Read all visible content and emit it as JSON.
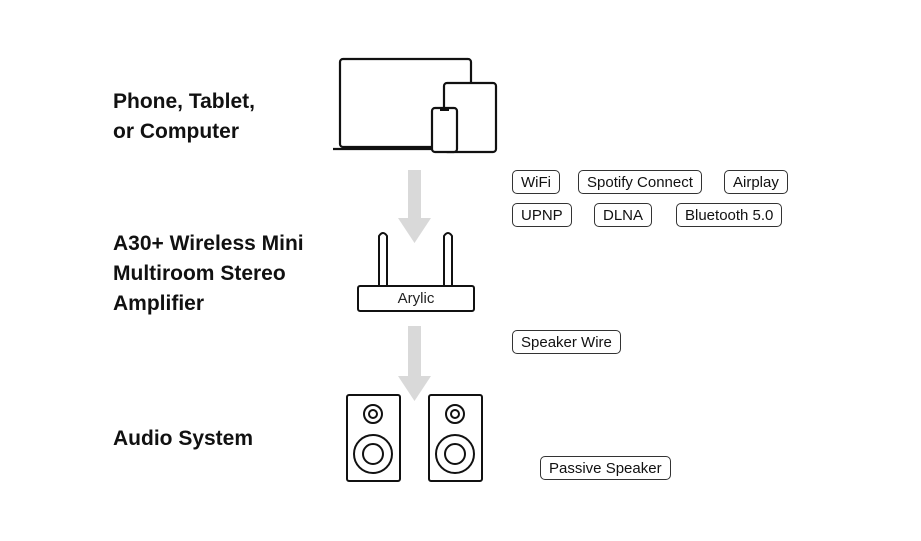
{
  "stages": [
    {
      "label_lines": [
        "Phone, Tablet,",
        "or Computer"
      ],
      "icon": "devices-icon"
    },
    {
      "label_lines": [
        "A30+ Wireless Mini",
        "Multiroom Stereo",
        "Amplifier"
      ],
      "icon": "amplifier-icon",
      "device_brand": "Arylic"
    },
    {
      "label_lines": [
        "Audio System"
      ],
      "icon": "speakers-icon"
    }
  ],
  "connections": {
    "wireless": [
      "WiFi",
      "Spotify Connect",
      "Airplay",
      "UPNP",
      "DLNA",
      "Bluetooth 5.0"
    ],
    "wired": [
      "Speaker Wire"
    ],
    "output": [
      "Passive Speaker"
    ]
  },
  "colors": {
    "arrow": "#d9d9d9",
    "stroke": "#111111"
  }
}
